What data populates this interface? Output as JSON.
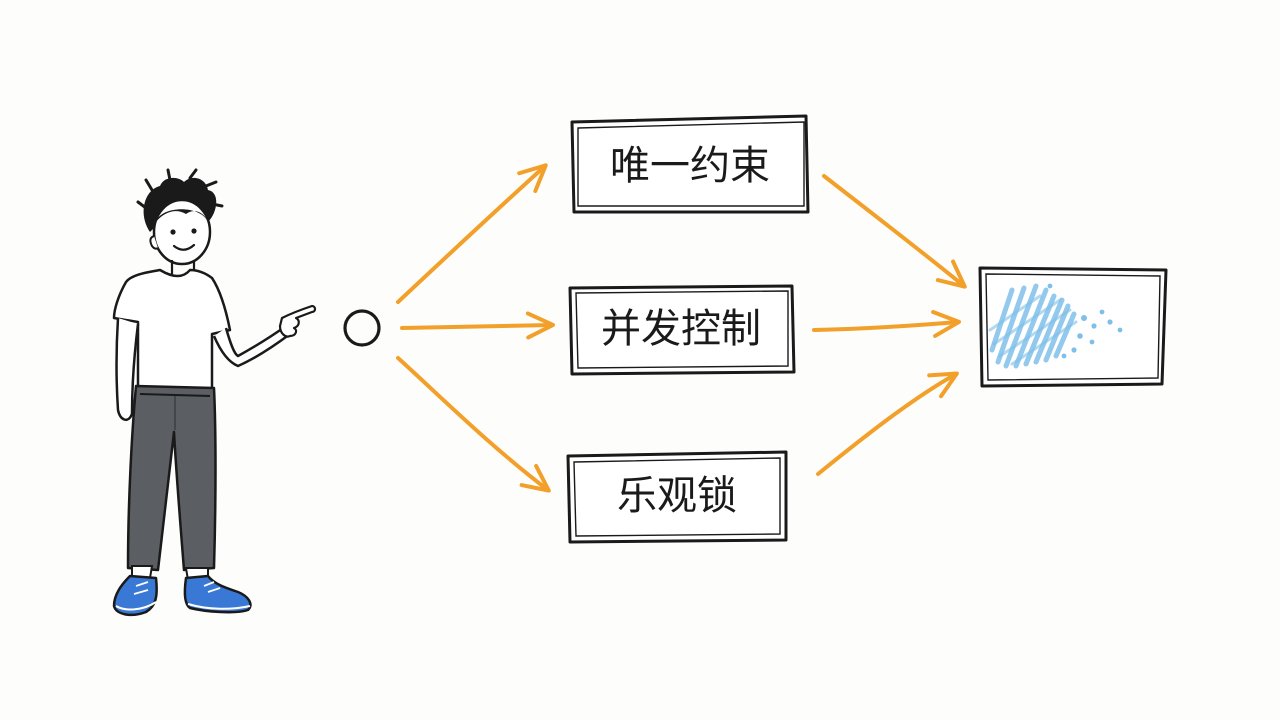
{
  "diagram": {
    "options": [
      {
        "id": "unique-constraint",
        "label": "唯一约束"
      },
      {
        "id": "concurrency-control",
        "label": "并发控制"
      },
      {
        "id": "optimistic-lock",
        "label": "乐观锁"
      }
    ],
    "colors": {
      "arrow": "#f2a02a",
      "ink": "#1a1a1a",
      "pants": "#5b5e62",
      "shoes": "#3a78d6",
      "scribble": "#7fbfea"
    },
    "icons": {
      "person": "person-pointing-icon",
      "start": "circle-icon",
      "result": "blue-scribble-box-icon"
    }
  }
}
